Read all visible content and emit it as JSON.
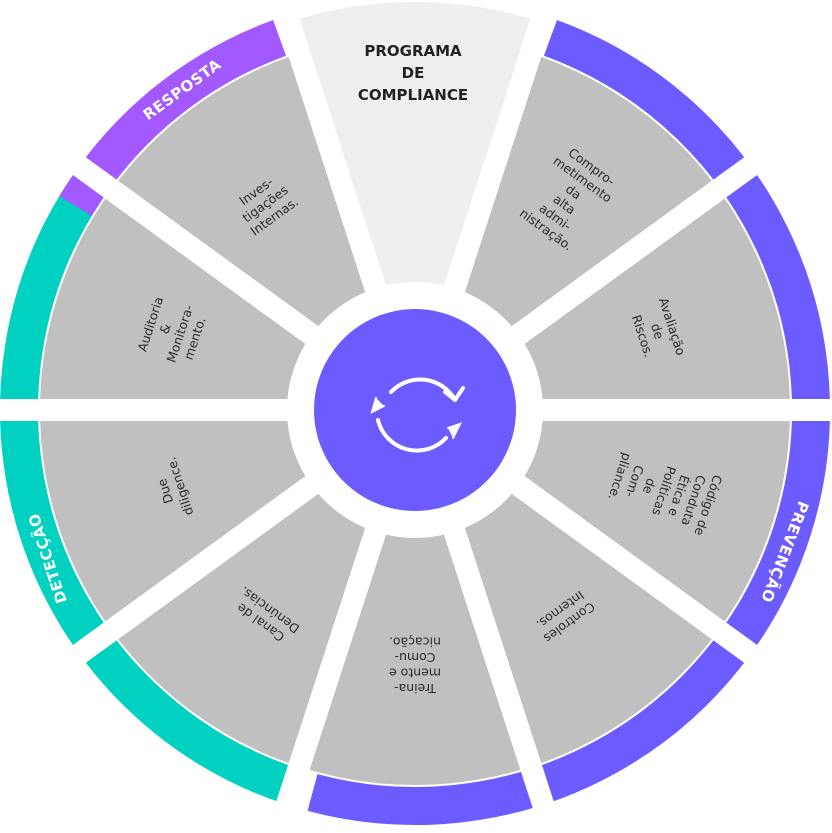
{
  "title": {
    "lines": [
      "PROGRAMA",
      "DE",
      "COMPLIANCE"
    ]
  },
  "center_icon": "refresh-cycle-icon",
  "colors": {
    "segment": "#c0c0c0",
    "title_segment": "#efefef",
    "center": "#6c5cff",
    "prevencao": "#6c5cff",
    "deteccao": "#00d1c1",
    "resposta": "#a259ff"
  },
  "segments": [
    {
      "id": "comprometimento",
      "lines": [
        "Compro-",
        "metimento",
        "da",
        "alta",
        "admi-",
        "nistração."
      ]
    },
    {
      "id": "avaliacao-riscos",
      "lines": [
        "Avaliação",
        "de",
        "Riscos."
      ]
    },
    {
      "id": "codigo-conduta",
      "lines": [
        "Código de",
        "Conduta",
        "Ética e",
        "Políticas",
        "de",
        "Com-",
        "pliance."
      ]
    },
    {
      "id": "controles-internos",
      "lines": [
        "Controles",
        "Internos."
      ]
    },
    {
      "id": "treinamento",
      "lines": [
        "Treina-",
        "mento e",
        "Comu-",
        "nicação."
      ]
    },
    {
      "id": "canal-denuncias",
      "lines": [
        "Canal de",
        "Denúncias."
      ]
    },
    {
      "id": "due-diligence",
      "lines": [
        "Due",
        "diligence."
      ]
    },
    {
      "id": "auditoria",
      "lines": [
        "Auditoria",
        "&",
        "Monitora-",
        "mento."
      ]
    },
    {
      "id": "investigacoes",
      "lines": [
        "Inves-",
        "tigações",
        "Internas."
      ]
    }
  ],
  "ring_labels": {
    "prevencao": "PREVENÇÃO",
    "deteccao": "DETECÇÃO",
    "resposta": "RESPOSTA"
  }
}
